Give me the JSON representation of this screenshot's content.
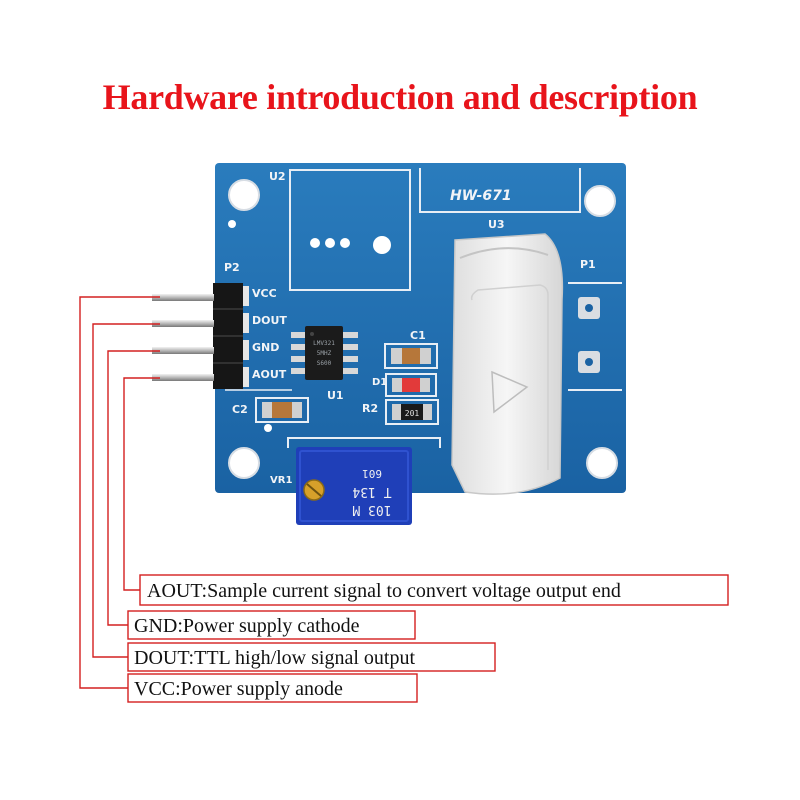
{
  "title": "Hardware introduction and description",
  "board": {
    "model": "HW-671",
    "refs": {
      "u2": "U2",
      "u3": "U3",
      "p1": "P1",
      "p2": "P2",
      "u1": "U1",
      "c1": "C1",
      "c2": "C2",
      "d1": "D1",
      "r2": "R2",
      "vr1": "VR1"
    },
    "pins": [
      "VCC",
      "DOUT",
      "GND",
      "AOUT"
    ],
    "chip_text": [
      "LMV321",
      "5MHZ",
      "S600"
    ],
    "resistor_code": "201",
    "trimpot_text": [
      "103",
      "M",
      "T",
      "134",
      "601"
    ]
  },
  "descriptions": [
    "AOUT:Sample current signal to convert voltage output end",
    "GND:Power supply cathode",
    "DOUT:TTL high/low signal output",
    "VCC:Power supply anode"
  ],
  "colors": {
    "title": "#e8141b",
    "pcb": "#1f6fb0",
    "leader": "#d42020",
    "trimpot": "#1f3fb8"
  }
}
